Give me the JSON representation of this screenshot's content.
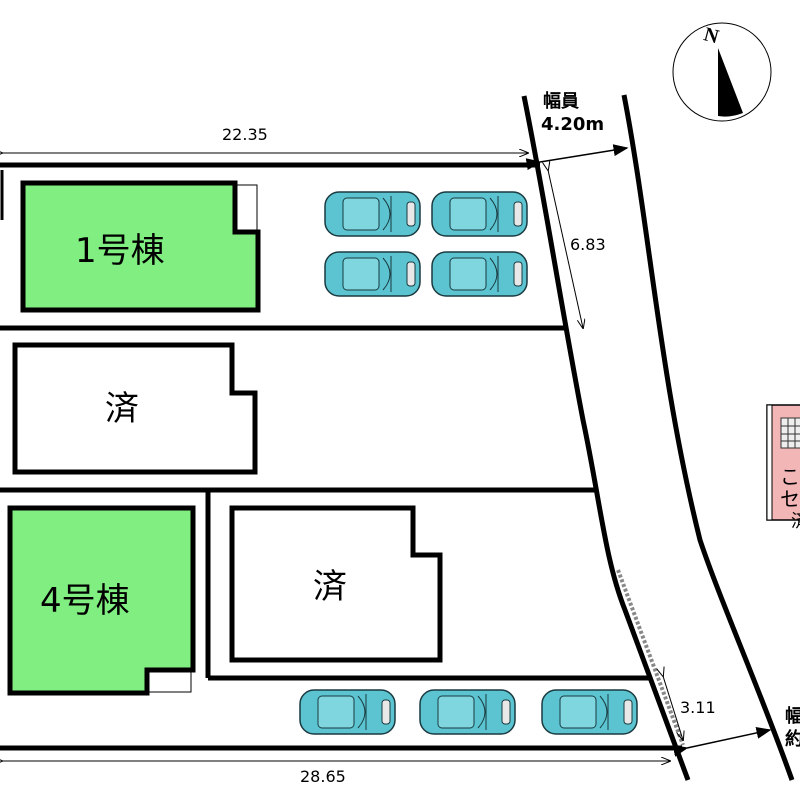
{
  "dimensions": {
    "top_width": "22.35",
    "bottom_width": "28.65",
    "road_frontage_top": "6.83",
    "road_frontage_bottom": "3.11"
  },
  "road": {
    "label": "幅員",
    "width": "4.20m",
    "label_right_partial": "幅",
    "label_right_partial2": "約"
  },
  "compass": {
    "letter": "N"
  },
  "buildings": [
    {
      "label": "1号棟",
      "status": "available",
      "color": "#80ee80"
    },
    {
      "label": "済",
      "status": "sold"
    },
    {
      "label": "4号棟",
      "status": "available",
      "color": "#80ee80"
    },
    {
      "label": "済",
      "status": "sold"
    }
  ],
  "parking": {
    "car_color": "#5bc4d0",
    "count": 7
  },
  "nearby": {
    "line1": "こ",
    "line2": "セ",
    "line3": "済",
    "color": "#f2b6b6"
  }
}
